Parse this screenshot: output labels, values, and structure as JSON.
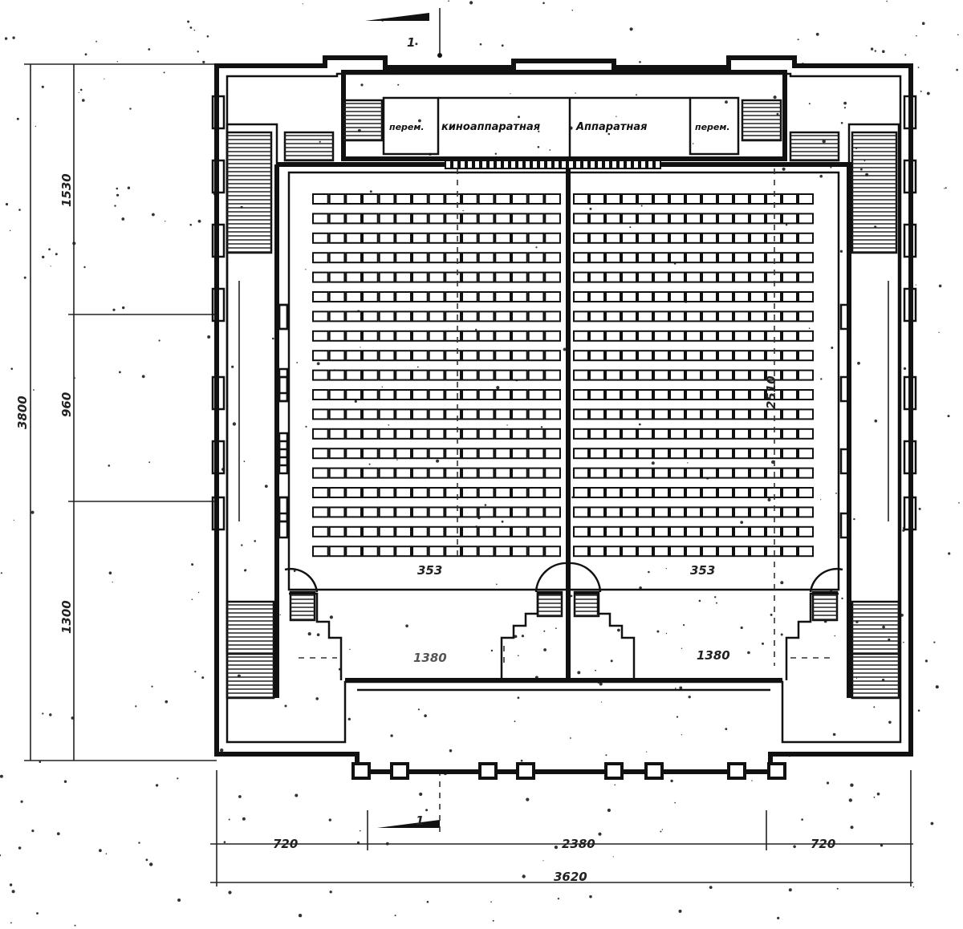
{
  "rooms": {
    "projection_left": "киноаппаратная",
    "projection_right": "Аппаратная",
    "rewind_left": "перем.",
    "rewind_right": "перем."
  },
  "section_marks": {
    "top": "1",
    "bottom": "1"
  },
  "dimensions": {
    "overall_height": "3800",
    "upper_segment": "1530",
    "middle_segment": "960",
    "lower_segment": "1300",
    "hall_depth": "2510",
    "block_left": "353",
    "block_right": "353",
    "foyer_left": "1380",
    "foyer_right": "1380",
    "bottom_left": "720",
    "bottom_center": "2380",
    "bottom_right": "720",
    "overall_width": "3620"
  },
  "seating": {
    "rows": 19,
    "seats_per_block": 15
  }
}
